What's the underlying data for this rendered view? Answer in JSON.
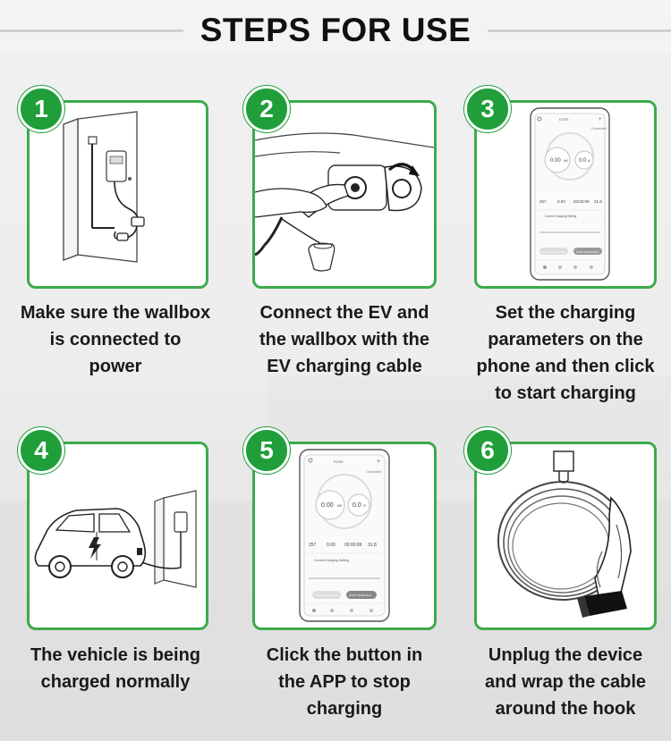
{
  "title": "STEPS FOR USE",
  "steps": [
    {
      "number": "1",
      "lines": [
        "Make sure the wallbox",
        "is connected to",
        "power"
      ]
    },
    {
      "number": "2",
      "lines": [
        "Connect the EV and",
        "the wallbox with the",
        "EV charging cable"
      ]
    },
    {
      "number": "3",
      "lines": [
        "Set the charging",
        "parameters on the",
        "phone and then click",
        "to start charging"
      ]
    },
    {
      "number": "4",
      "lines": [
        "The vehicle is being",
        "charged normally"
      ]
    },
    {
      "number": "5",
      "lines": [
        "Click the button in",
        "the APP to stop",
        "charging"
      ]
    },
    {
      "number": "6",
      "lines": [
        "Unplug the device",
        "and wrap the cable",
        "around the hook"
      ]
    }
  ],
  "app": {
    "power": "0.00",
    "power_unit": "kW",
    "current": "0.0",
    "current_unit": "A",
    "voltage": "257",
    "energy": "0.00",
    "time": "00:00:09",
    "temp": "31.8",
    "setting_label": "Current Charging Setting",
    "connected": "Connected",
    "start_button": "START CHARGING",
    "stop_button": "STOP CHARGING"
  },
  "colors": {
    "accent": "#3daa4a",
    "badge": "#1f9e3a",
    "title": "#111111"
  }
}
